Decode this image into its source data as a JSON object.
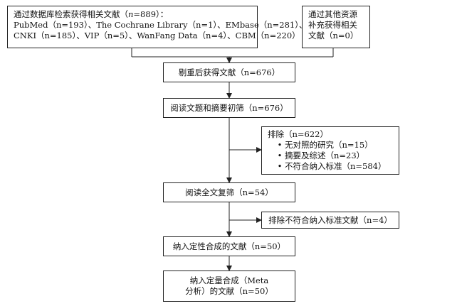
{
  "db_search": {
    "line1_pre": "通过数据库检索获得相关文献（",
    "line1_n": "n",
    "line1_post": "=889）：",
    "line2": "PubMed（n=193）、The Cochrane Library（n=1）、EMbase（n=281）、",
    "line3": "CNKI（n=185）、VIP（n=5）、WanFang Data（n=4）、CBM（n=220）"
  },
  "other_sources": {
    "line1": "通过其他资源",
    "line2": "补充获得相关",
    "line3": "文献（n=0）"
  },
  "dedup": {
    "text": "剔重后获得文献（n=676）"
  },
  "screen": {
    "text": "阅读文题和摘要初筛（n=676）"
  },
  "exclude1": {
    "title": "排除（n=622）",
    "items": [
      "无对照的研究（n=15）",
      "摘要及综述（n=23）",
      "不符合纳入标准（n=584）"
    ]
  },
  "fulltext": {
    "text": "阅读全文复筛（n=54）"
  },
  "exclude2": {
    "text": "排除不符合纳入标准文献（n=4）"
  },
  "qualitative": {
    "text": "纳入定性合成的文献（n=50）"
  },
  "quantitative": {
    "line1": "纳入定量合成（Meta",
    "line2": "分析）的文献（n=50）"
  }
}
